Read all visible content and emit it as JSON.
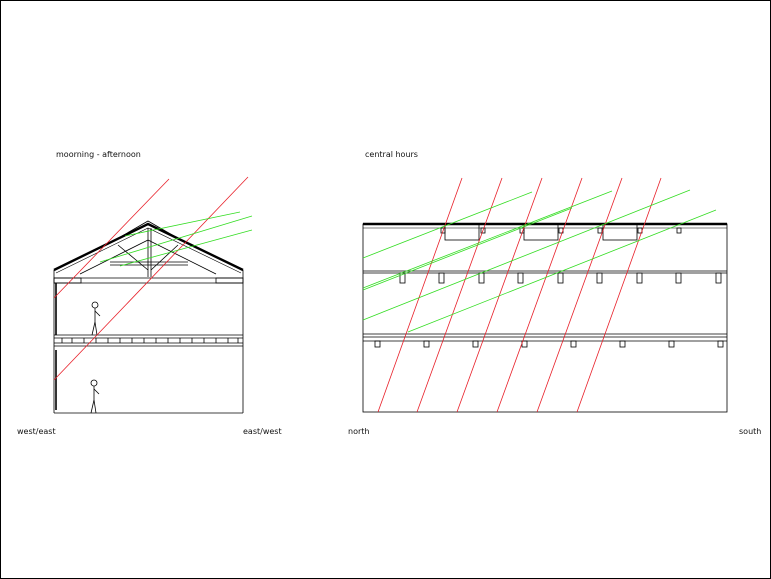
{
  "left_section": {
    "title": "moorning - afternoon",
    "left_label": "west/east",
    "right_label": "east/west"
  },
  "right_section": {
    "title": "central hours",
    "left_label": "north",
    "right_label": "south"
  },
  "colors": {
    "outline": "#000000",
    "sun_ray_high": "#e8202a",
    "sun_ray_low": "#33dd22"
  }
}
